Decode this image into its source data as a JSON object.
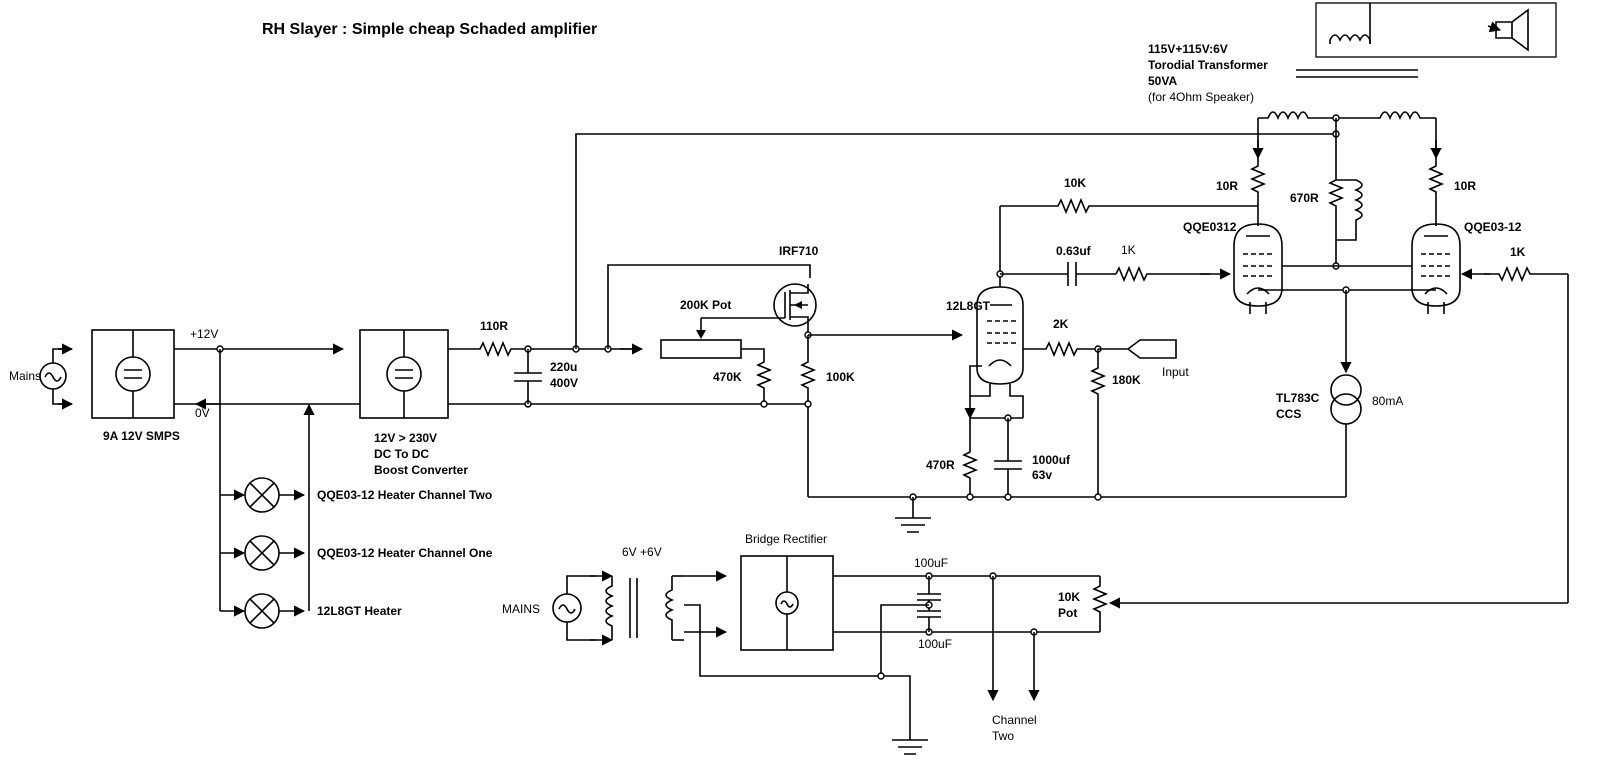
{
  "title": "RH Slayer : Simple cheap Schaded amplifier",
  "power": {
    "mains": "Mains",
    "plus12": "+12V",
    "zero": "0V",
    "smps": "9A 12V SMPS",
    "boost1": "12V > 230V",
    "boost2": "DC To DC",
    "boost3": "Boost Converter",
    "heater_ch2": "QQE03-12 Heater Channel Two",
    "heater_ch1": "QQE03-12 Heater Channel One",
    "heater_12l8": "12L8GT Heater"
  },
  "filter": {
    "r110": "110R",
    "cap1": "220u",
    "cap2": "400V",
    "fet": "IRF710",
    "pot200": "200K Pot",
    "r470k": "470K",
    "r100k": "100K"
  },
  "driver": {
    "tube": "12L8GT",
    "r10k": "10K",
    "cap063": "0.63uf",
    "r1k_a": "1K",
    "r2k": "2K",
    "r180k": "180K",
    "input": "Input",
    "r470r": "470R",
    "cap1000_1": "1000uf",
    "cap1000_2": "63v"
  },
  "output": {
    "xf1": "115V+115V:6V",
    "xf2": "Torodial Transformer",
    "xf3": "50VA",
    "xf4": "(for 4Ohm Speaker)",
    "r10r_l": "10R",
    "r670r": "670R",
    "r10r_r": "10R",
    "tube_l": "QQE0312",
    "tube_r": "QQE03-12",
    "r1k_b": "1K",
    "ccs1": "TL783C",
    "ccs2": "CCS",
    "ccs_i": "80mA"
  },
  "bias": {
    "mains": "MAINS",
    "xfv": "6V +6V",
    "bridge": "Bridge Rectifier",
    "cap_top": "100uF",
    "cap_bot": "100uF",
    "pot1": "10K",
    "pot2": "Pot",
    "ch2_1": "Channel",
    "ch2_2": "Two"
  }
}
